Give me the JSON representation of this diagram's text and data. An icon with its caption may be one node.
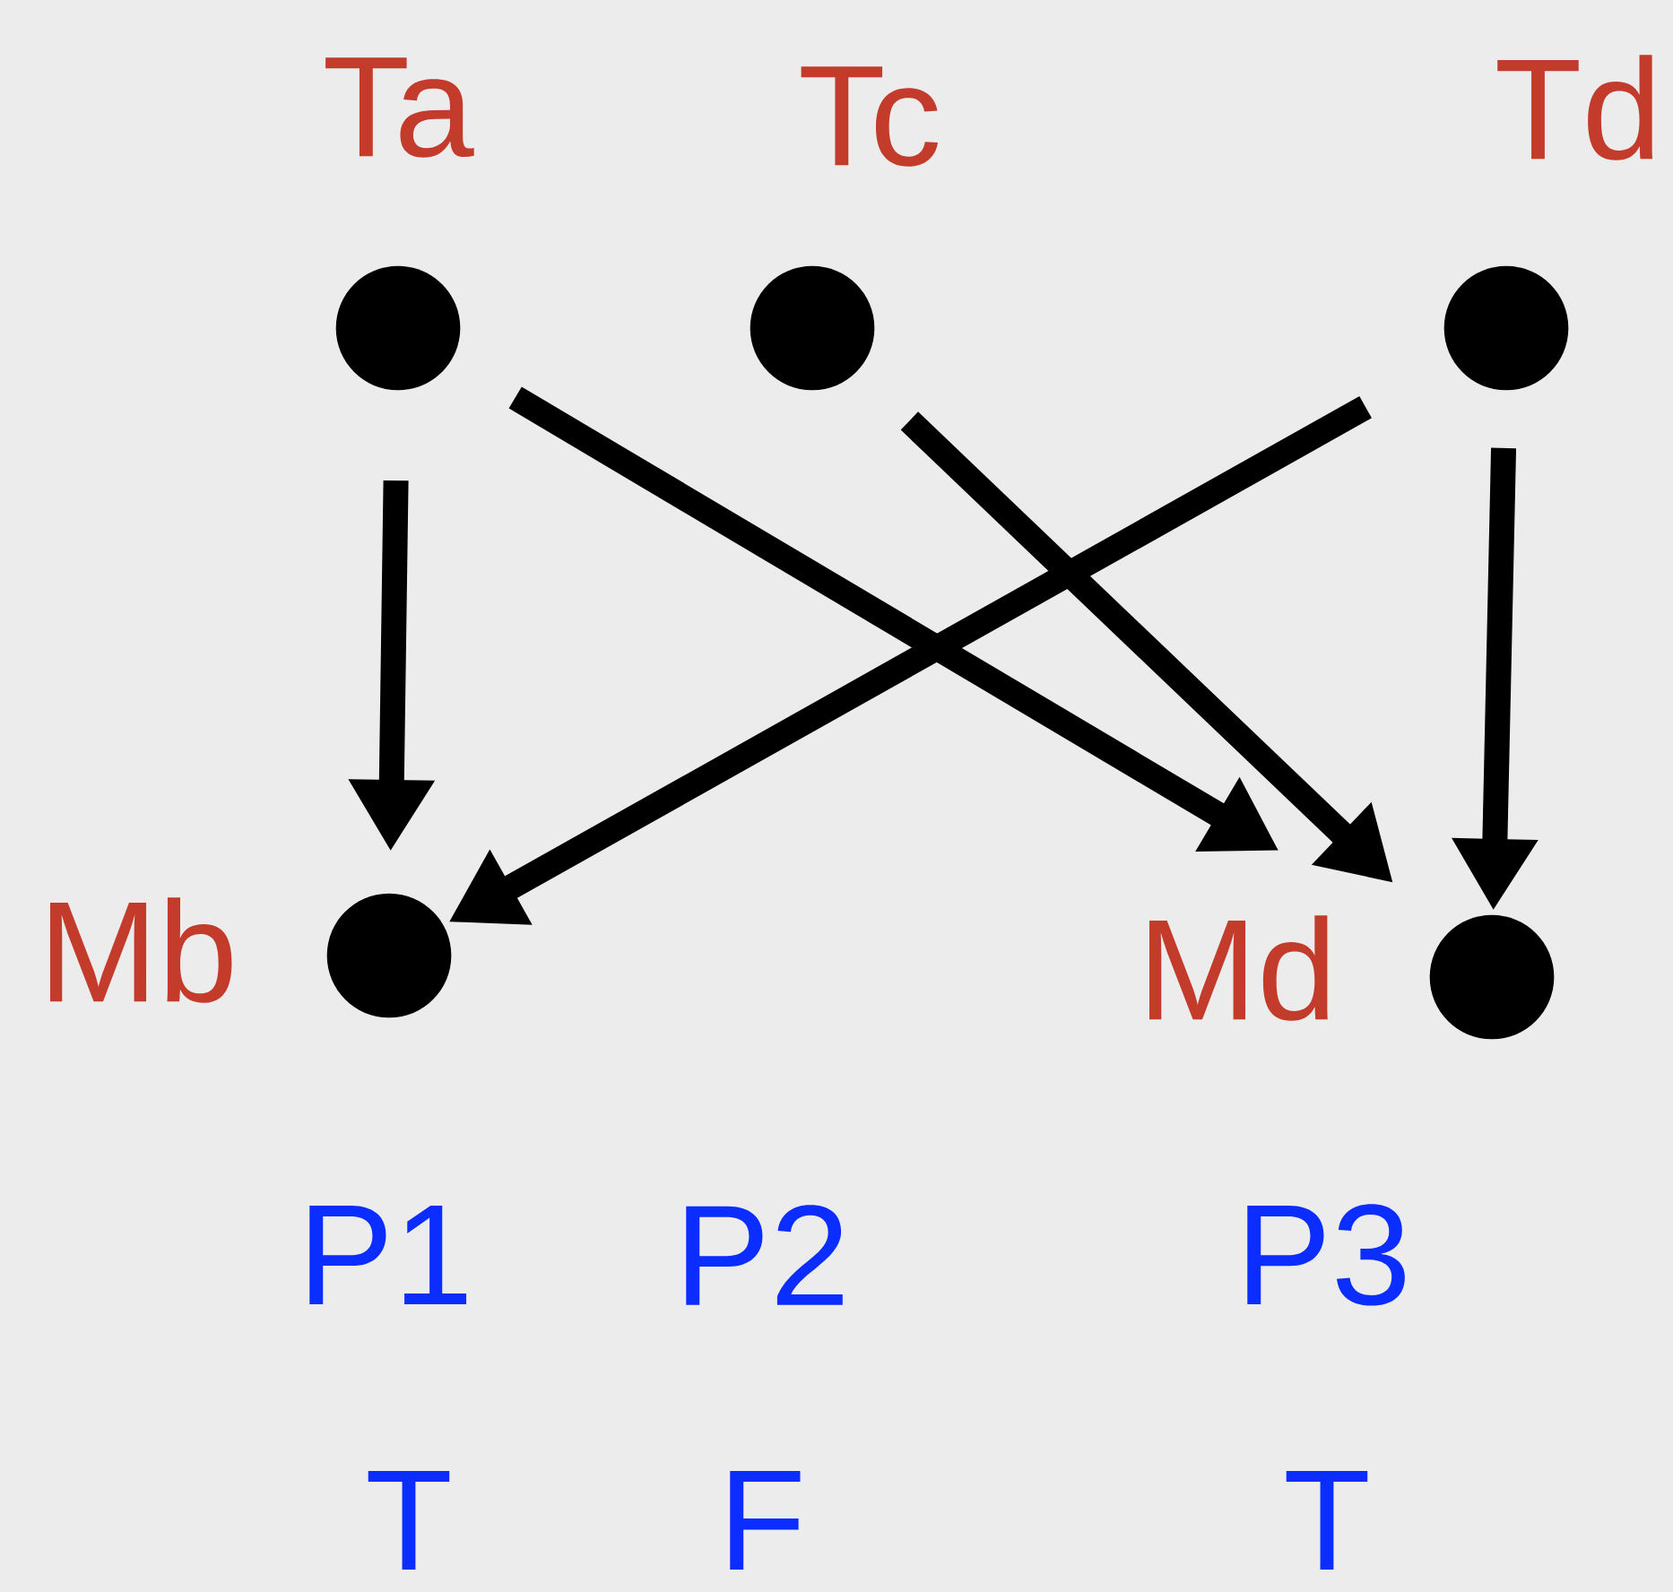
{
  "diagram": {
    "nodes": [
      {
        "text": [],
        "shape": "circle",
        "beside": [
          "Ta"
        ]
      },
      {
        "text": [],
        "shape": "circle",
        "beside": [
          "Tc"
        ]
      },
      {
        "text": [],
        "shape": "circle",
        "beside": [
          "Td"
        ]
      },
      {
        "text": [],
        "shape": "circle",
        "beside": [
          "Mb"
        ]
      },
      {
        "text": [],
        "shape": "circle",
        "beside": [
          "Md"
        ]
      }
    ],
    "edges": [
      {
        "from": 0,
        "to": 3,
        "arrow": "to"
      },
      {
        "from": 0,
        "to": 4,
        "arrow": "to"
      },
      {
        "from": 1,
        "to": 4,
        "arrow": "to"
      },
      {
        "from": 2,
        "to": 3,
        "arrow": "to"
      },
      {
        "from": 2,
        "to": 4,
        "arrow": "to"
      }
    ],
    "labels": [
      "P1",
      "P2",
      "P3",
      "T",
      "F",
      "T"
    ]
  }
}
